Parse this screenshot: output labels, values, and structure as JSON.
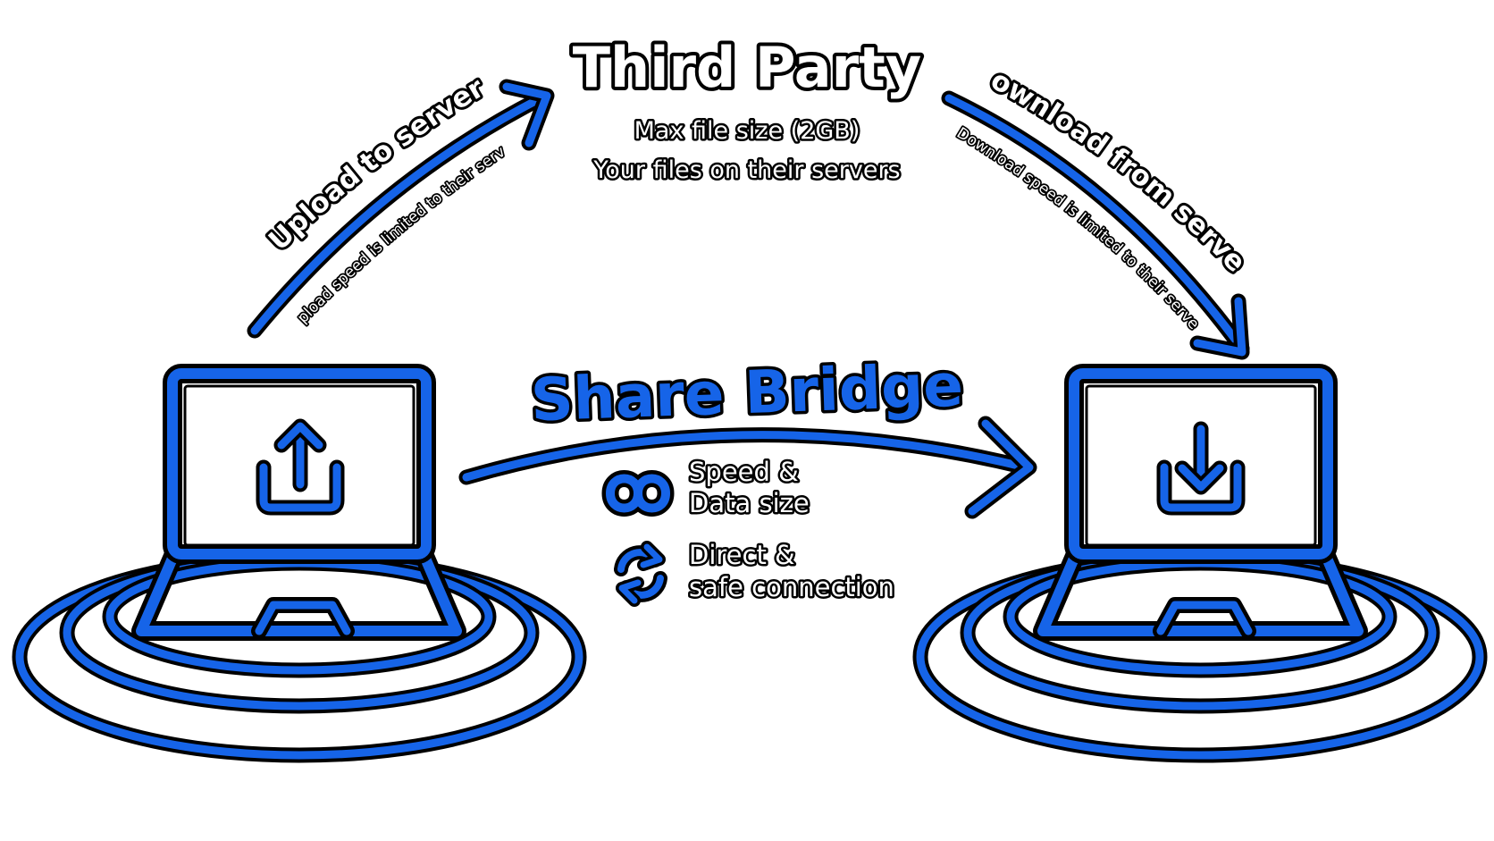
{
  "third_party": {
    "title": "Third Party",
    "lines": [
      "Max file size (2GB)",
      "Your files on their servers"
    ]
  },
  "upload_path": {
    "label": "Upload to server",
    "note": "Upload speed is limited to their server"
  },
  "download_path": {
    "label": "Download from server",
    "note": "Download speed is limited to their server"
  },
  "share_bridge": {
    "title": "Share Bridge",
    "features": [
      {
        "icon": "infinity-icon",
        "lines": [
          "Speed &",
          "Data size"
        ]
      },
      {
        "icon": "sync-arrows-icon",
        "lines": [
          "Direct &",
          "safe connection"
        ]
      }
    ]
  },
  "devices": {
    "sender": {
      "icon": "upload-icon"
    },
    "receiver": {
      "icon": "download-icon"
    }
  },
  "colors": {
    "accent": "#1664e8",
    "outline": "#000000",
    "background": "#ffffff"
  }
}
